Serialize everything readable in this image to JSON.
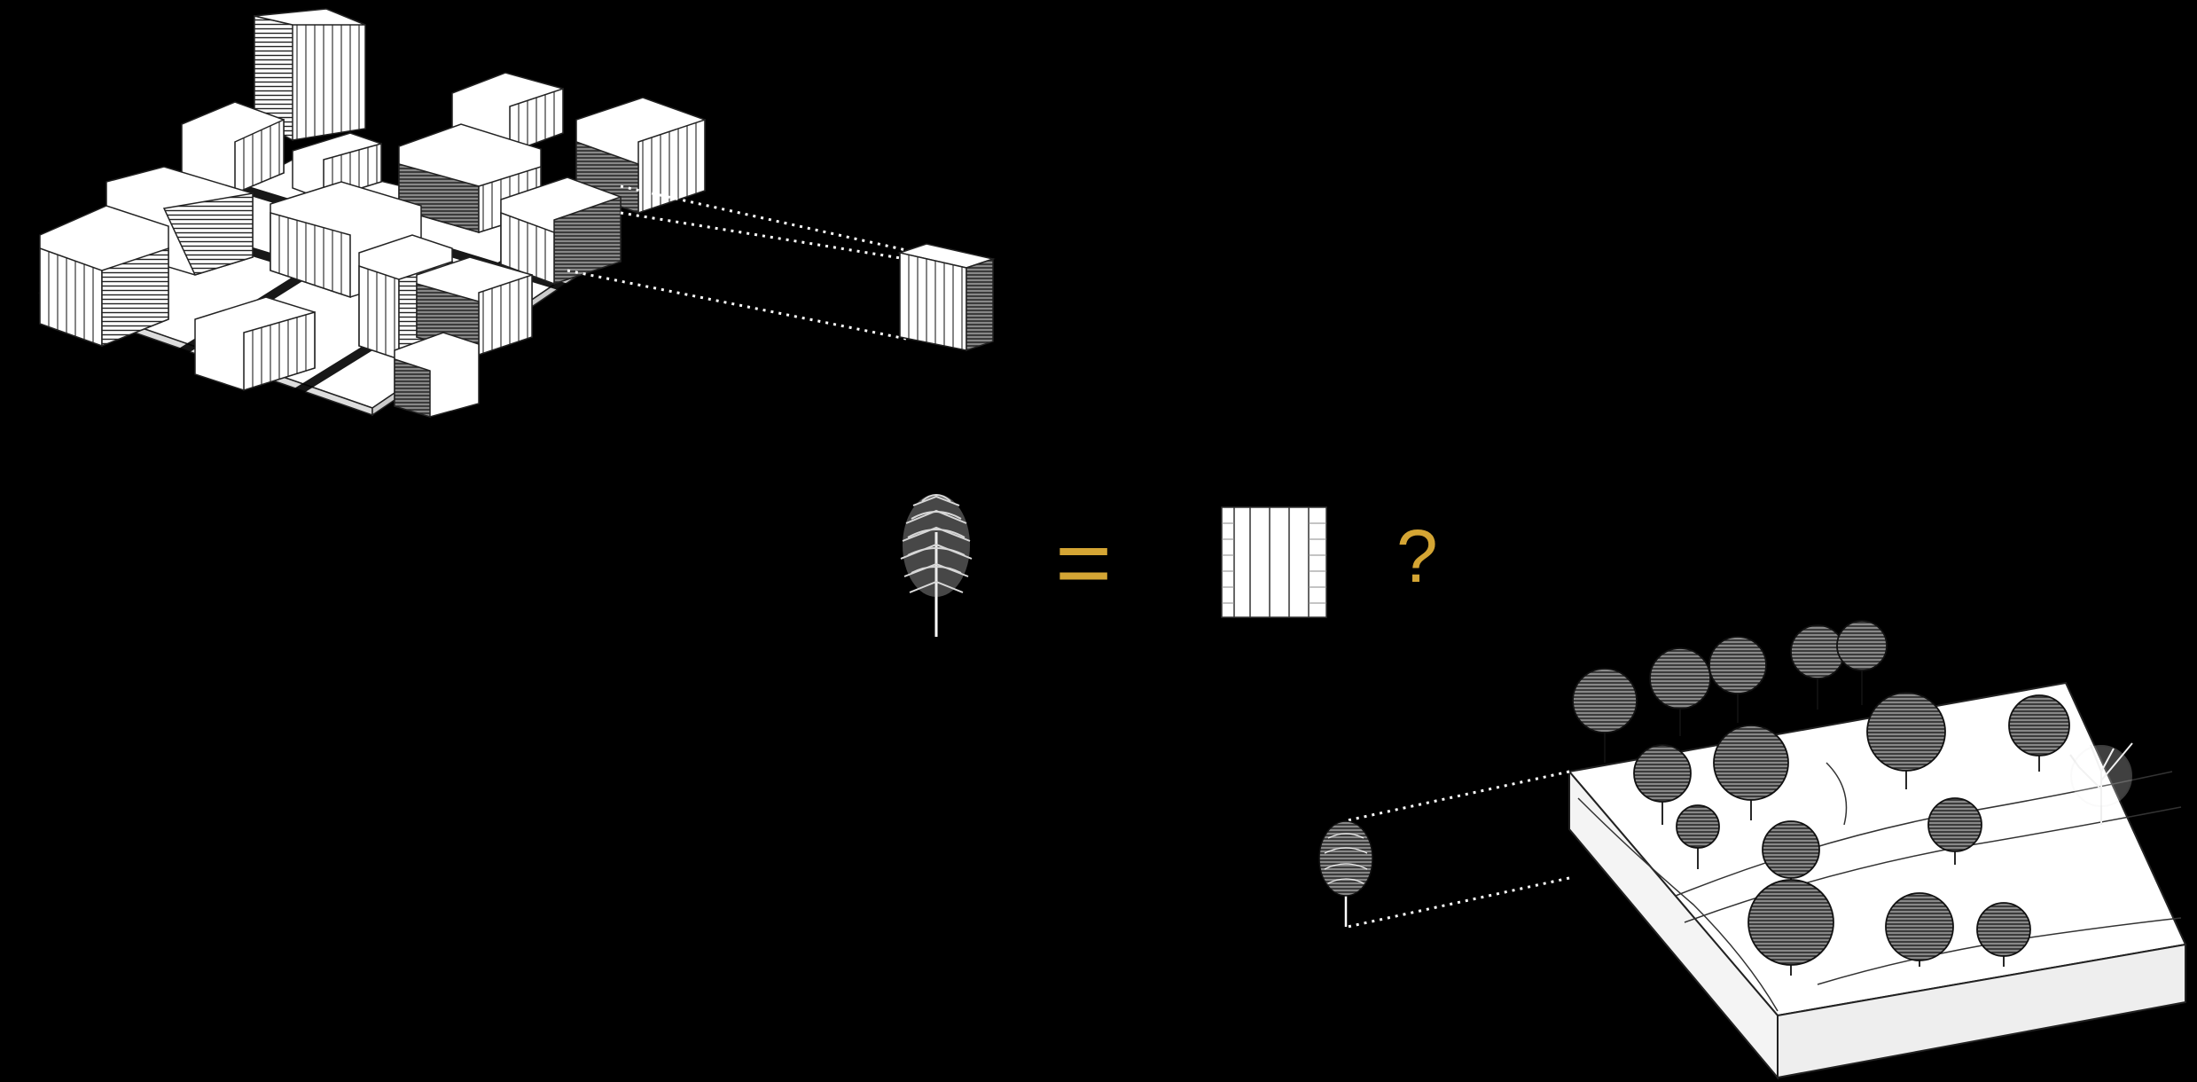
{
  "equation": {
    "equals": "=",
    "question": "?"
  },
  "colors": {
    "accent": "#d4a534",
    "background": "#000000",
    "ink": "#ffffff",
    "line": "#222222"
  },
  "icons": [
    "city-block-axonometric",
    "single-building-module",
    "single-tree-icon",
    "landscape-block-axonometric",
    "building-facade-icon"
  ]
}
